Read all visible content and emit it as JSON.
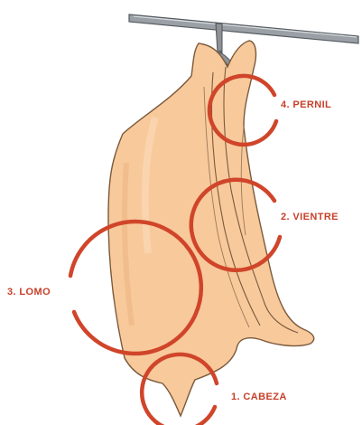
{
  "colors": {
    "carcass_fill": "#f8c99b",
    "carcass_outline": "#7a5a3c",
    "marker_ring": "#d0452a",
    "label_text": "#c8402a",
    "hook_metal": "#8e9296"
  },
  "cuts": [
    {
      "number": "4",
      "label": "4. PERNIL"
    },
    {
      "number": "2",
      "label": "2. VIENTRE"
    },
    {
      "number": "3",
      "label": "3. LOMO"
    },
    {
      "number": "1",
      "label": "1. CABEZA"
    }
  ]
}
